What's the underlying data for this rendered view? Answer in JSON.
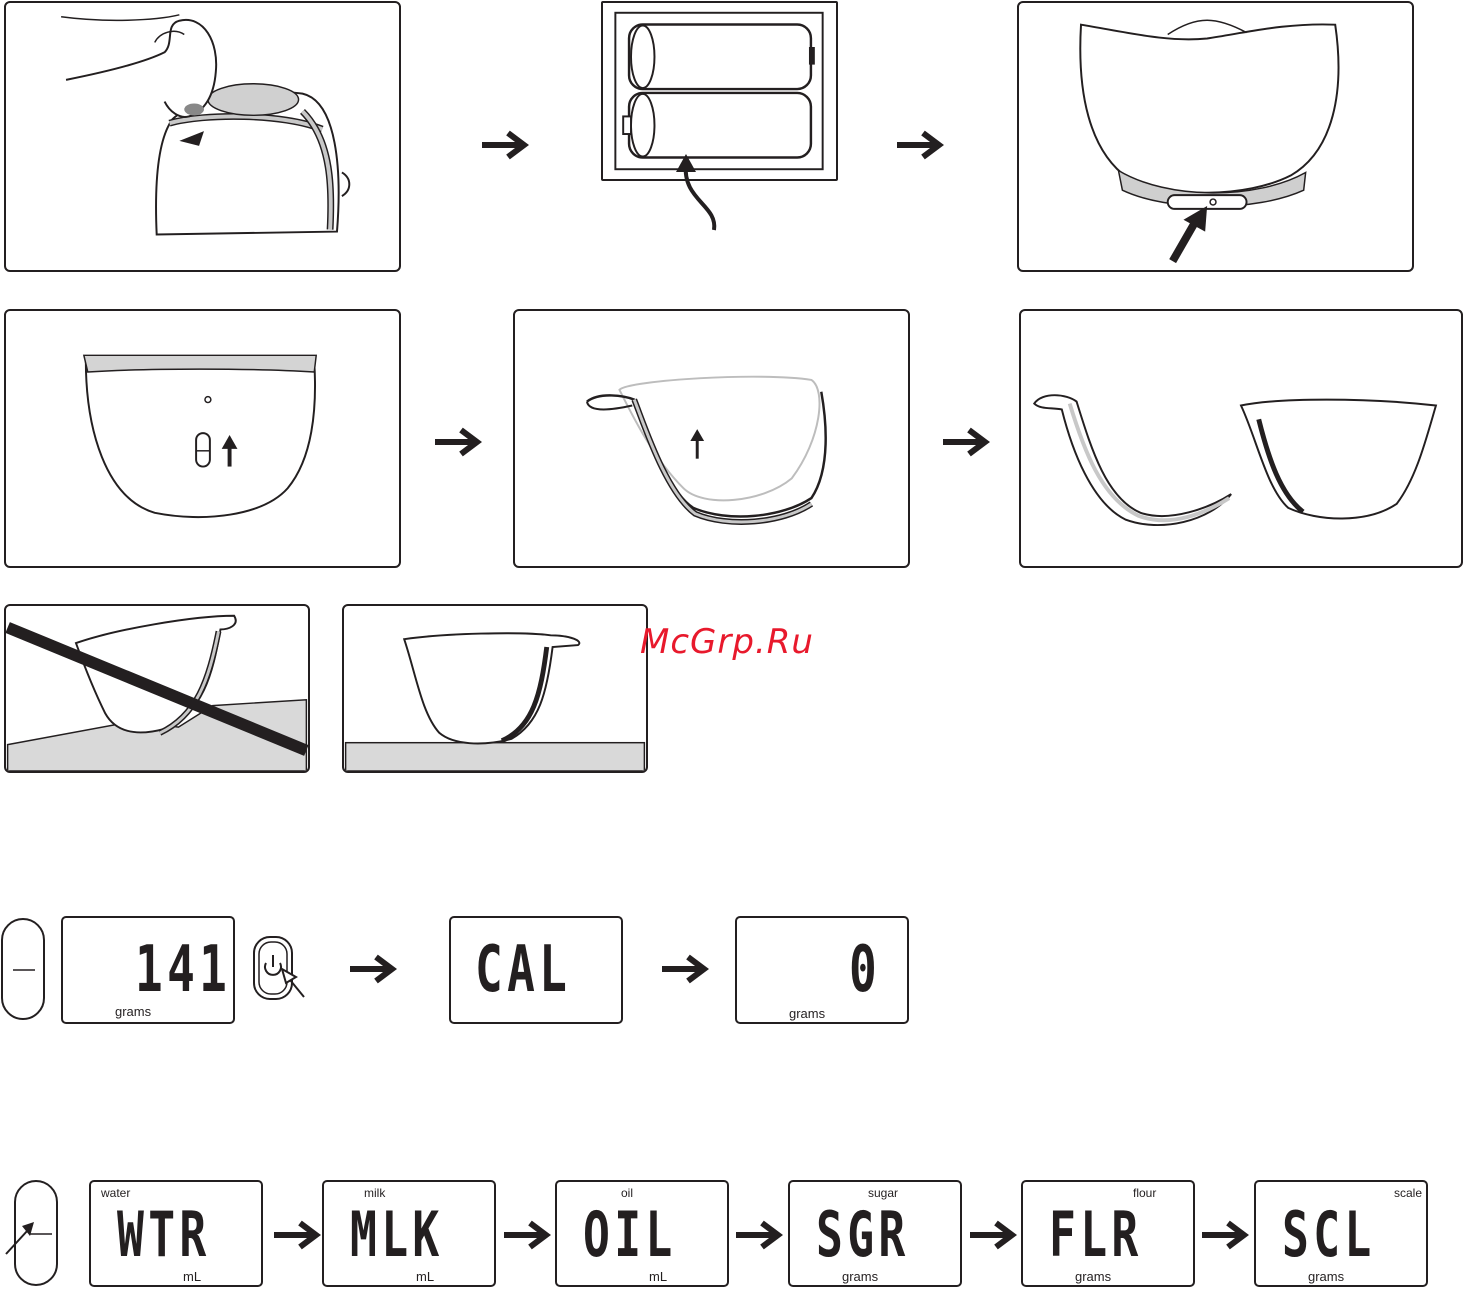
{
  "watermark": "McGrp.Ru",
  "colors": {
    "ink": "#231f20",
    "surface": "#d9d9d9",
    "watermark": "#e8192c"
  },
  "icons": {
    "step_arrow": "right-arrow-icon",
    "power": "power-icon",
    "cursor": "pointer-icon",
    "tare": "tare-button-icon"
  },
  "calibration": {
    "display1": {
      "digits": "141",
      "unit": "grams"
    },
    "display2": {
      "digits": "CAL",
      "unit": ""
    },
    "display3": {
      "digits": "0",
      "unit": "grams"
    }
  },
  "modes": [
    {
      "label": "water",
      "digits": "WTR",
      "unit": "mL"
    },
    {
      "label": "milk",
      "digits": "MLK",
      "unit": "mL"
    },
    {
      "label": "oil",
      "digits": "OIL",
      "unit": "mL"
    },
    {
      "label": "sugar",
      "digits": "SGR",
      "unit": "grams"
    },
    {
      "label": "flour",
      "digits": "FLR",
      "unit": "grams"
    },
    {
      "label": "scale",
      "digits": "SCL",
      "unit": "grams"
    }
  ]
}
